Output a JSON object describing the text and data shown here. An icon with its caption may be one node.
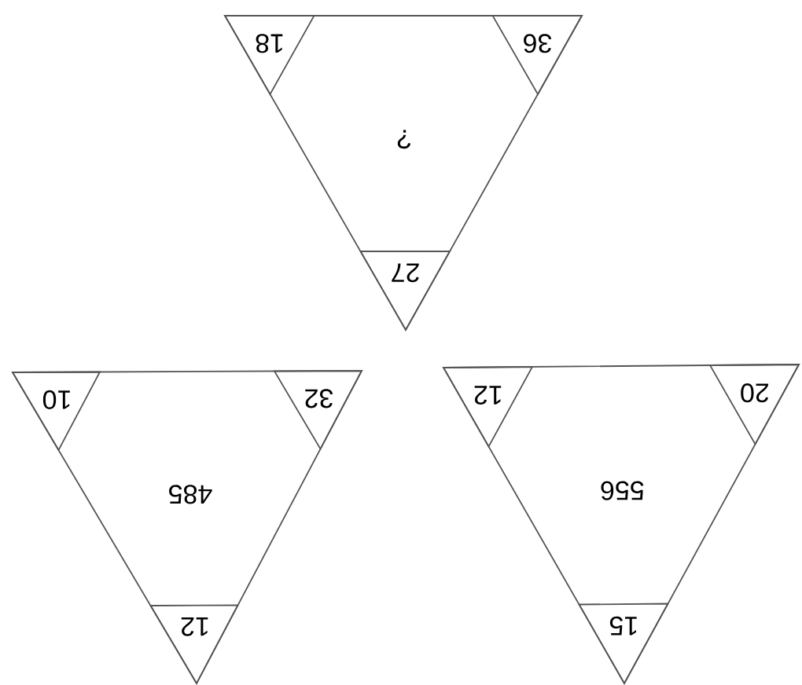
{
  "diagram": {
    "nodes": [
      {
        "text": [
          "?"
        ]
      },
      {
        "text": [
          "18"
        ],
        "in": 0
      },
      {
        "text": [
          "36"
        ],
        "in": 0
      },
      {
        "text": [
          "27"
        ],
        "in": 0
      },
      {
        "text": [
          "485"
        ]
      },
      {
        "text": [
          "10"
        ],
        "in": 4
      },
      {
        "text": [
          "32"
        ],
        "in": 4
      },
      {
        "text": [
          "12"
        ],
        "in": 4
      },
      {
        "text": [
          "556"
        ]
      },
      {
        "text": [
          "12"
        ],
        "in": 8
      },
      {
        "text": [
          "20"
        ],
        "in": 8
      },
      {
        "text": [
          "15"
        ],
        "in": 8
      }
    ]
  }
}
